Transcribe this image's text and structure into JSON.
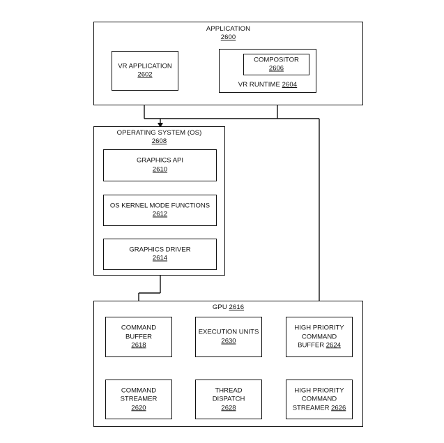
{
  "application": {
    "title": "APPLICATION",
    "number": "2600"
  },
  "vr_application": {
    "label": "VR APPLICATION",
    "number": "2602"
  },
  "vr_runtime": {
    "label": "VR RUNTIME",
    "number": "2604"
  },
  "compositor": {
    "label": "COMPOSITOR",
    "number": "2606"
  },
  "os": {
    "title": "OPERATING SYSTEM (OS)",
    "number": "2608"
  },
  "graphics_api": {
    "label": "GRAPHICS API",
    "number": "2610"
  },
  "kernel_functions": {
    "label": "OS KERNEL MODE FUNCTIONS",
    "number": "2612"
  },
  "graphics_driver": {
    "label": "GRAPHICS DRIVER",
    "number": "2614"
  },
  "gpu": {
    "title": "GPU",
    "number": "2616"
  },
  "command_buffer": {
    "line1": "COMMAND",
    "line2": "BUFFER",
    "number": "2618"
  },
  "execution_units": {
    "label": "EXECUTION UNITS",
    "number": "2630"
  },
  "hp_command_buffer": {
    "line1": "HIGH PRIORITY",
    "line2": "COMMAND",
    "line3": "BUFFER",
    "number": "2624"
  },
  "command_streamer": {
    "line1": "COMMAND",
    "line2": "STREAMER",
    "number": "2620"
  },
  "thread_dispatch": {
    "line1": "THREAD",
    "line2": "DISPATCH",
    "number": "2628"
  },
  "hp_command_streamer": {
    "line1": "HIGH PRIORITY",
    "line2": "COMMAND",
    "line3": "STREAMER",
    "number": "2626"
  }
}
